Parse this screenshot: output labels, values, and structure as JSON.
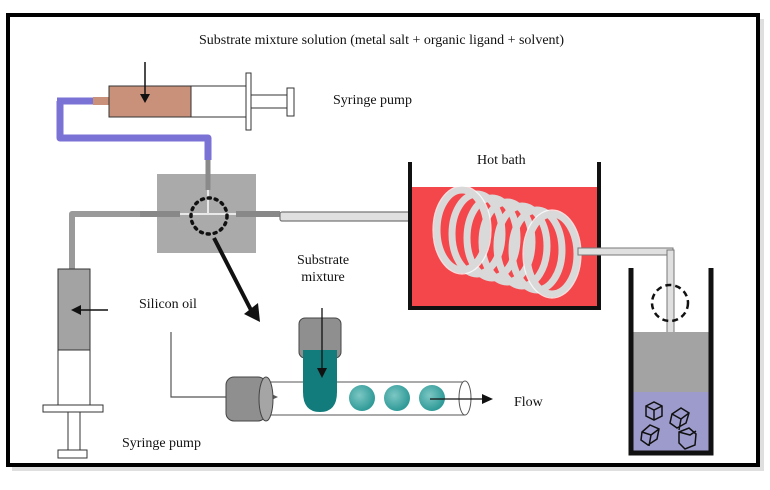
{
  "diagram": {
    "title": "Substrate mixture solution (metal salt + organic ligand + solvent)",
    "labels": {
      "syringe_pump_top": "Syringe pump",
      "hot_bath": "Hot bath",
      "silicon_oil": "Silicon oil",
      "substrate_mixture": "Substrate mixture",
      "substrate_mixture_line1": "Substrate",
      "substrate_mixture_line2": "mixture",
      "flow": "Flow",
      "syringe_pump_bottom": "Syringe pump"
    },
    "components": [
      {
        "id": "top-syringe",
        "name": "Syringe pump",
        "contents": "Substrate mixture solution"
      },
      {
        "id": "bottom-syringe",
        "name": "Syringe pump",
        "contents": "Silicon oil"
      },
      {
        "id": "t-junction",
        "name": "T-junction mixer"
      },
      {
        "id": "hot-bath",
        "name": "Hot bath",
        "contains": "coiled tubing"
      },
      {
        "id": "collection-beaker",
        "name": "Collection vessel",
        "contains": "crystals"
      },
      {
        "id": "droplet-inset",
        "name": "Droplet formation inset",
        "droplets": 3
      }
    ],
    "colors": {
      "substrate": "#c9907a",
      "tubing_blue": "#7b72d6",
      "tubing_gray": "#9a9a9a",
      "mixer_block": "#aaaaaa",
      "hot_bath": "#f4474c",
      "coil": "#d9d9d9",
      "oil_gray": "#a3a3a3",
      "collection_liquid": "#9d9bcc",
      "droplet_teal": "#1b8b8b",
      "frame": "#000000"
    }
  }
}
